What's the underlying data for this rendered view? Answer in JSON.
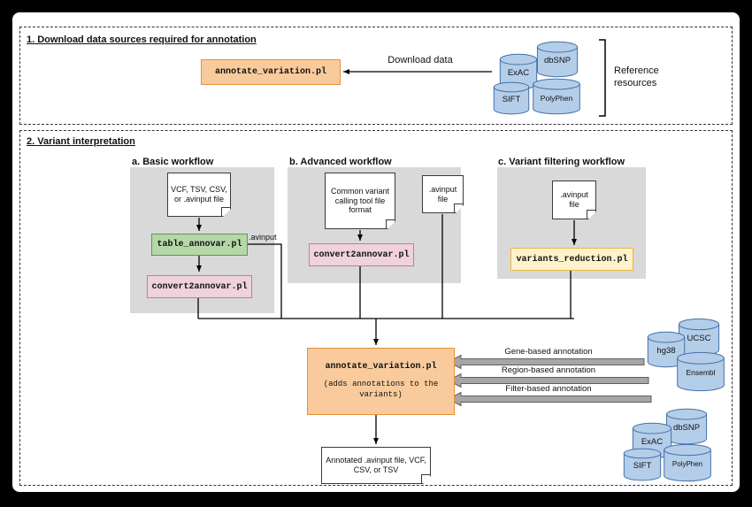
{
  "colors": {
    "orange_fill": "#F9CB9C",
    "orange_border": "#E69138",
    "green_fill": "#B6D7A8",
    "green_border": "#5B9A45",
    "pink_fill": "#F0D2DC",
    "pink_border": "#C27BA0",
    "yellow_fill": "#FFF2CC",
    "yellow_border": "#E8B93C",
    "cylinder_fill": "#B4CDE9",
    "cylinder_border": "#4472A8",
    "workflow_bg": "#D9D9D9",
    "block_arrow_fill": "#A6A6A6"
  },
  "section1": {
    "title": "1. Download data sources required for annotation",
    "script_label": "annotate_variation.pl",
    "download_label": "Download data",
    "databases": {
      "exac": "ExAC",
      "dbsnp": "dbSNP",
      "sift": "SIFT",
      "polyphen": "PolyPhen"
    },
    "bracket_label": "Reference resources"
  },
  "section2": {
    "title": "2. Variant interpretation",
    "workflow_a": {
      "title": "a. Basic workflow",
      "input_doc": "VCF, TSV, CSV, or .avinput file",
      "script1": "table_annovar.pl",
      "script2": "convert2annovar.pl",
      "edge_label": ".avinput"
    },
    "workflow_b": {
      "title": "b. Advanced workflow",
      "input_doc": "Common variant calling tool file format",
      "avinput_doc": ".avinput file",
      "script": "convert2annovar.pl"
    },
    "workflow_c": {
      "title": "c. Variant filtering workflow",
      "input_doc": ".avinput file",
      "script": "variants_reduction.pl"
    },
    "annotate_box": {
      "title": "annotate_variation.pl",
      "subtitle": "(adds annotations to the\nvariants)"
    },
    "annotations": [
      "Gene-based annotation",
      "Region-based annotation",
      "Filter-based annotation"
    ],
    "genome_dbs": {
      "hg38": "hg38",
      "ucsc": "UCSC",
      "ensembl": "Ensembl"
    },
    "variant_dbs": {
      "exac": "ExAC",
      "dbsnp": "dbSNP",
      "sift": "SIFT",
      "polyphen": "PolyPhen"
    },
    "output_doc": "Annotated .avinput file, VCF, CSV, or TSV"
  }
}
